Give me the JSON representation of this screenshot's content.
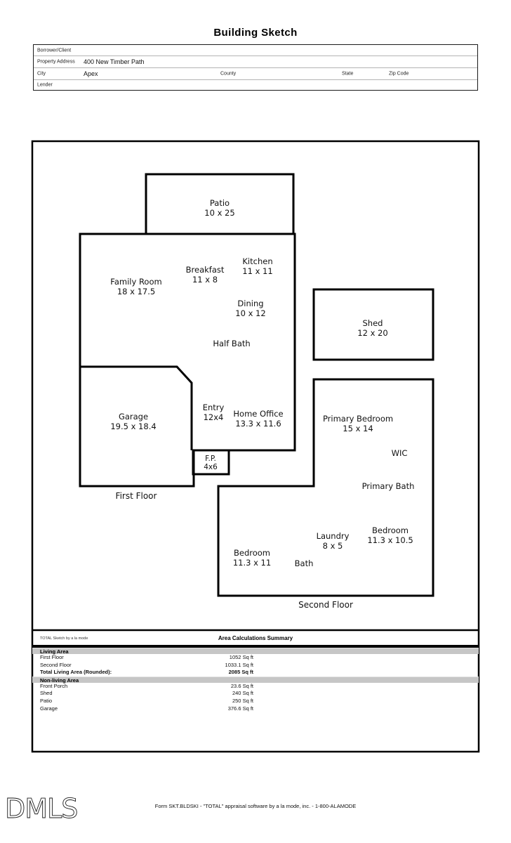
{
  "page": {
    "title": "Building Sketch",
    "footer": "Form SKT.BLDSKI - \"TOTAL\" appraisal software by a la mode, inc. - 1-800-ALAMODE",
    "logo_text": "DMLS"
  },
  "form": {
    "borrower_label": "Borrower/Client",
    "borrower_value": "",
    "property_label": "Property Address",
    "property_value": "400 New Timber Path",
    "city_label": "City",
    "city_value": "Apex",
    "county_label": "County",
    "county_value": "",
    "state_label": "State",
    "state_value": "",
    "zip_label": "Zip Code",
    "zip_value": "",
    "lender_label": "Lender",
    "lender_value": ""
  },
  "sketch": {
    "rooms": {
      "patio": {
        "name": "Patio",
        "dims": "10 x 25"
      },
      "kitchen": {
        "name": "Kitchen",
        "dims": "11 x 11"
      },
      "breakfast": {
        "name": "Breakfast",
        "dims": "11 x 8"
      },
      "family_room": {
        "name": "Family Room",
        "dims": "18 x 17.5"
      },
      "dining": {
        "name": "Dining",
        "dims": "10 x 12"
      },
      "half_bath": {
        "name": "Half Bath"
      },
      "shed": {
        "name": "Shed",
        "dims": "12 x 20"
      },
      "garage": {
        "name": "Garage",
        "dims": "19.5 x 18.4"
      },
      "entry": {
        "name": "Entry",
        "dims": "12x4"
      },
      "home_office": {
        "name": "Home Office",
        "dims": "13.3 x 11.6"
      },
      "fireplace": {
        "name": "F.P.",
        "dims": "4x6"
      },
      "primary_bedroom": {
        "name": "Primary Bedroom",
        "dims": "15 x 14"
      },
      "wic": {
        "name": "WIC"
      },
      "primary_bath": {
        "name": "Primary Bath"
      },
      "bedroom_right": {
        "name": "Bedroom",
        "dims": "11.3 x 10.5"
      },
      "laundry": {
        "name": "Laundry",
        "dims": "8 x 5"
      },
      "bedroom_left": {
        "name": "Bedroom",
        "dims": "11.3 x 11"
      },
      "bath": {
        "name": "Bath"
      }
    },
    "floor_labels": {
      "first": "First Floor",
      "second": "Second Floor"
    }
  },
  "area_summary": {
    "credit": "TOTAL Sketch by a la mode",
    "title": "Area Calculations Summary",
    "living_header": "Living Area",
    "living_rows": [
      {
        "label": "First Floor",
        "value": "1052 Sq ft"
      },
      {
        "label": "Second Floor",
        "value": "1033.1 Sq ft"
      }
    ],
    "total_row": {
      "label": "Total Living Area (Rounded):",
      "value": "2085 Sq ft"
    },
    "nonliving_header": "Non-living Area",
    "nonliving_rows": [
      {
        "label": "Front Porch",
        "value": "23.6 Sq ft"
      },
      {
        "label": "Shed",
        "value": "240 Sq ft"
      },
      {
        "label": "Patio",
        "value": "250 Sq ft"
      },
      {
        "label": "Garage",
        "value": "376.6 Sq ft"
      }
    ]
  }
}
